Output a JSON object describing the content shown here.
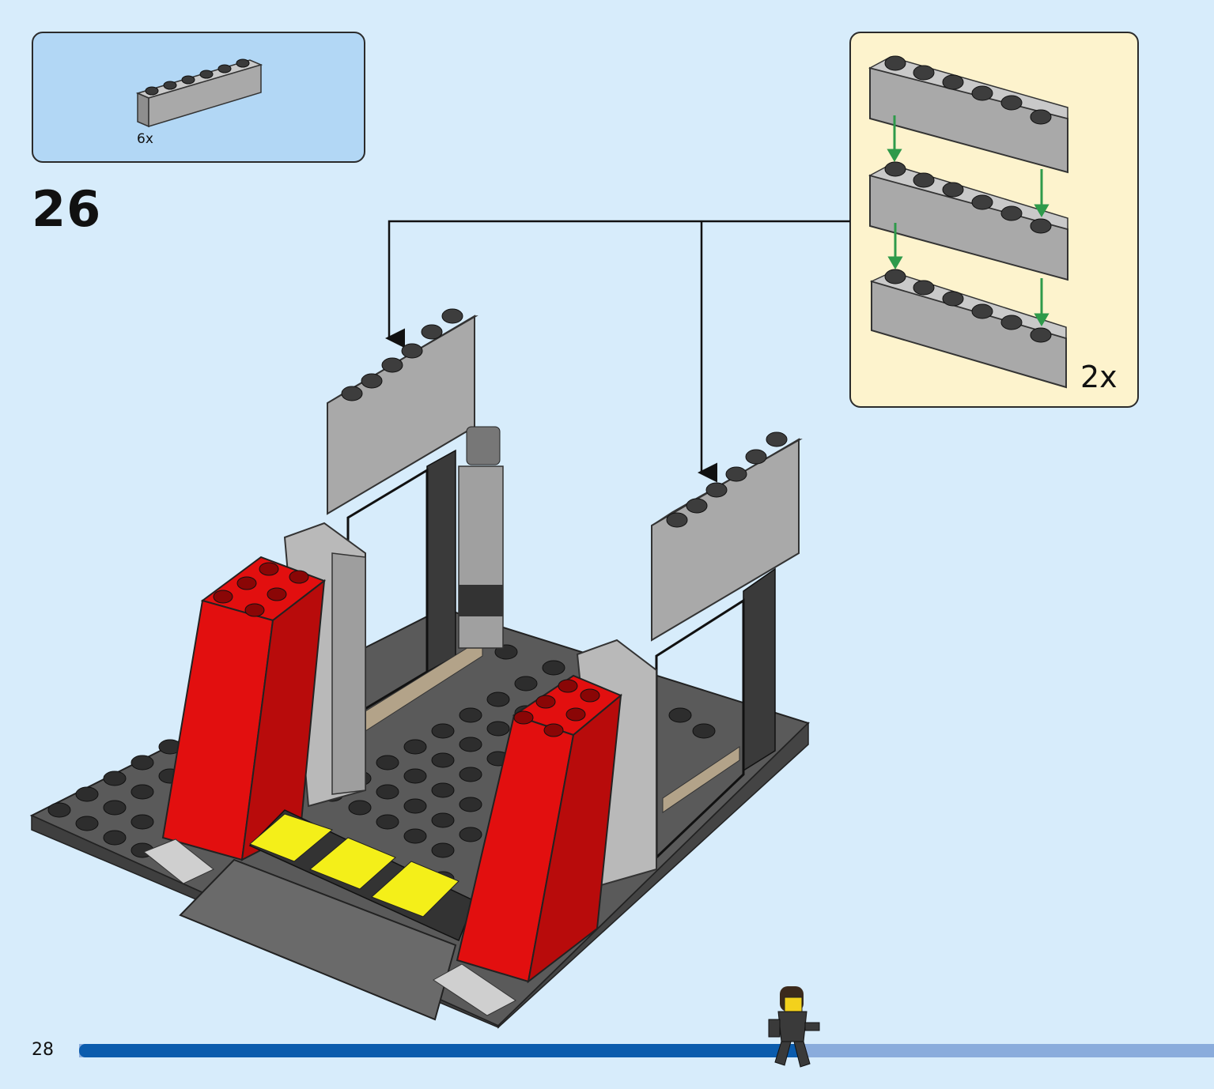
{
  "page": {
    "number": "28"
  },
  "parts": {
    "count_label": "6x",
    "piece": "grey 1x6 brick"
  },
  "step": {
    "number": "26"
  },
  "subassembly": {
    "multiplier": "2x",
    "arrow_color": "#2e9a4a"
  },
  "colors": {
    "background": "#d7ecfb",
    "parts_box": "#b2d7f5",
    "subassembly_box": "#fdf3cd",
    "brick_grey": "#a8a8a8",
    "baseplate": "#5a5a5a",
    "red": "#e20f0f",
    "yellow": "#f4ef19",
    "progress_done": "#0b5cad",
    "progress_remaining": "#8aacdc"
  },
  "progress": {
    "fraction": 0.64
  }
}
